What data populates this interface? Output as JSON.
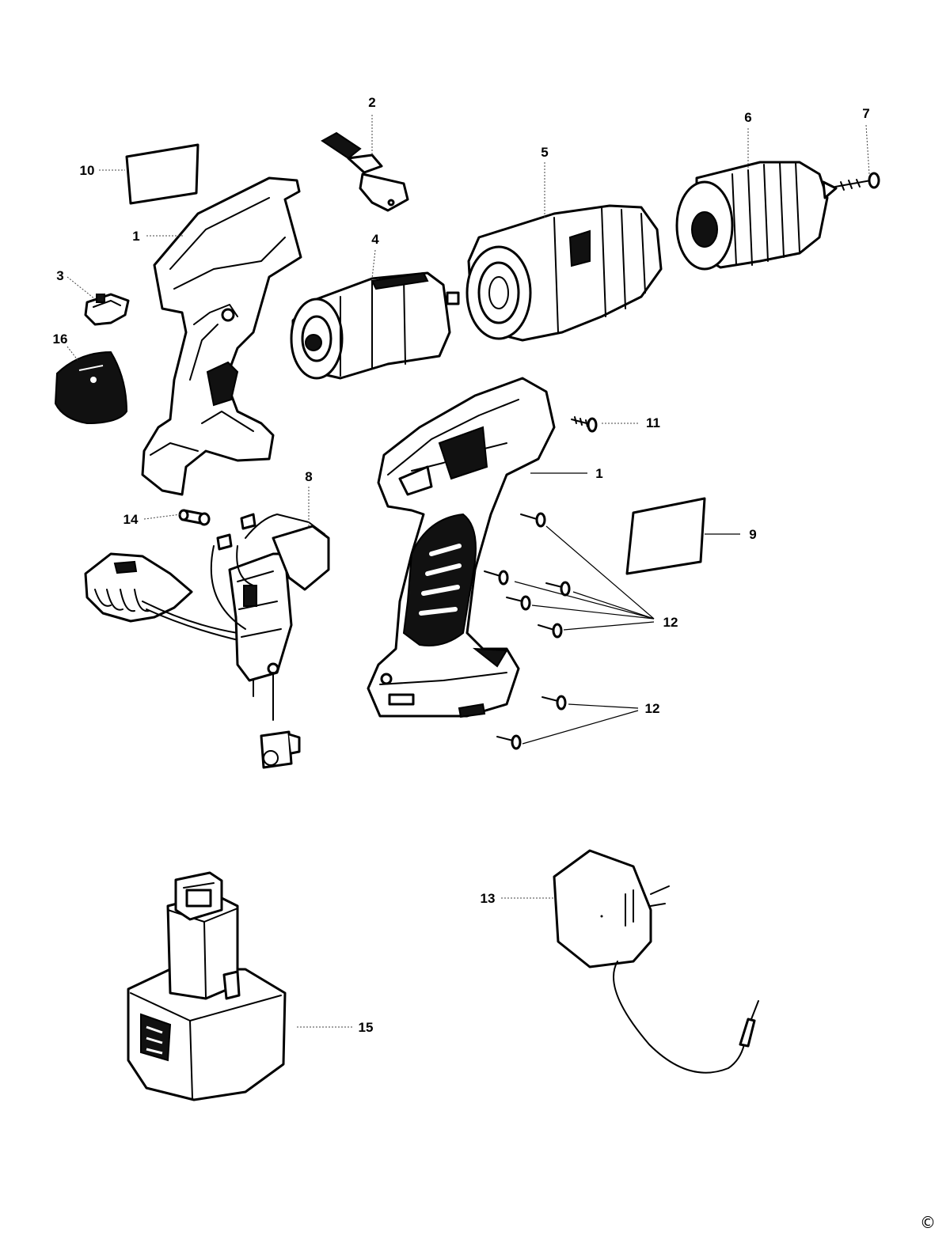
{
  "labels": {
    "housing_left": "1",
    "housing_right": "1",
    "brush_holder": "2",
    "switch_small": "3",
    "motor": "4",
    "gearbox": "5",
    "chuck": "6",
    "chuck_screw": "7",
    "switch_assembly": "8",
    "label_right": "9",
    "label_left": "10",
    "screw_top": "11",
    "screws_group_a": "12",
    "screws_group_b": "12",
    "charger": "13",
    "pin": "14",
    "battery": "15",
    "cover": "16"
  },
  "copyright": "©"
}
